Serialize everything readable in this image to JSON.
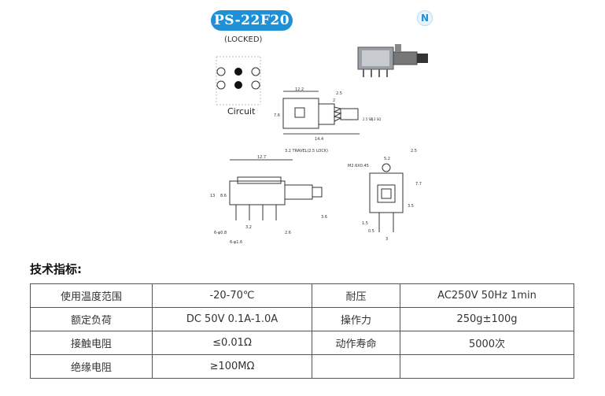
{
  "product": {
    "model": "PS-22F20",
    "variant": "(LOCKED)",
    "circuit_label": "Circuit",
    "logo_text": "N"
  },
  "drawing_dims": {
    "top_width": "12.2",
    "top_height": "7.6",
    "pitch": "2.5",
    "gap": "2",
    "overall_length": "14.4",
    "sq_a": "2.5 SQ",
    "sq_b": "3.3 SQ",
    "travel": "3.2 TRAVEL(2.5 LOCK)",
    "side_width": "12.7",
    "side_height": "13",
    "side_a": "8.6",
    "side_b": "3.6",
    "side_c": "3.2",
    "side_d": "2.6",
    "hole_a": "6-φ0.8",
    "hole_b": "6-φ1.6",
    "end_screw": "M2.6X0.45",
    "end_a": "2.5",
    "end_b": "5.2",
    "end_c": "7.7",
    "end_d": "3.5",
    "end_e": "1.5",
    "end_f": "0.5",
    "end_g": "3"
  },
  "specs": {
    "heading": "技术指标:",
    "rows": [
      {
        "label1": "使用温度范围",
        "value1": "-20-70℃",
        "label2": "耐压",
        "value2": "AC250V 50Hz 1min"
      },
      {
        "label1": "额定负荷",
        "value1": "DC 50V 0.1A-1.0A",
        "label2": "操作力",
        "value2": "250g±100g"
      },
      {
        "label1": "接触电阻",
        "value1": "≤0.01Ω",
        "label2": "动作寿命",
        "value2": "5000次"
      },
      {
        "label1": "绝缘电阻",
        "value1": "≥100MΩ",
        "label2": "",
        "value2": ""
      }
    ]
  }
}
